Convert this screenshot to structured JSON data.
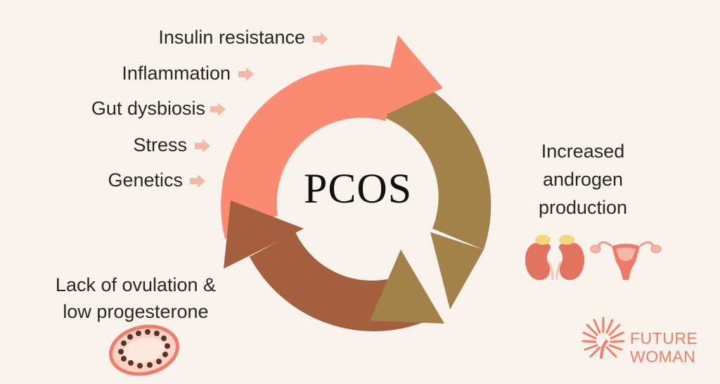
{
  "diagram": {
    "center_label": "PCOS",
    "factors": [
      {
        "label": "Insulin resistance"
      },
      {
        "label": "Inflammation"
      },
      {
        "label": "Gut dysbiosis"
      },
      {
        "label": "Stress"
      },
      {
        "label": "Genetics"
      }
    ],
    "effect_right": {
      "lines": [
        "Increased",
        "androgen",
        "production"
      ]
    },
    "effect_bottom": {
      "lines": [
        "Lack of ovulation &",
        "low progesterone"
      ]
    }
  },
  "brand": {
    "line1": "FUTURE",
    "line2": "WOMAN",
    "color": "#f07d67"
  },
  "colors": {
    "background": "#f7f3ec",
    "arrow_top": "#fb8a72",
    "arrow_right": "#a3814a",
    "arrow_bottom": "#a4603e",
    "small_arrow": "#f3b9a6",
    "text": "#2a2622"
  },
  "icons": [
    "arrow-right-icon",
    "kidneys-adrenal-icon",
    "uterus-icon",
    "ovary-follicles-icon",
    "future-woman-logo-icon"
  ]
}
